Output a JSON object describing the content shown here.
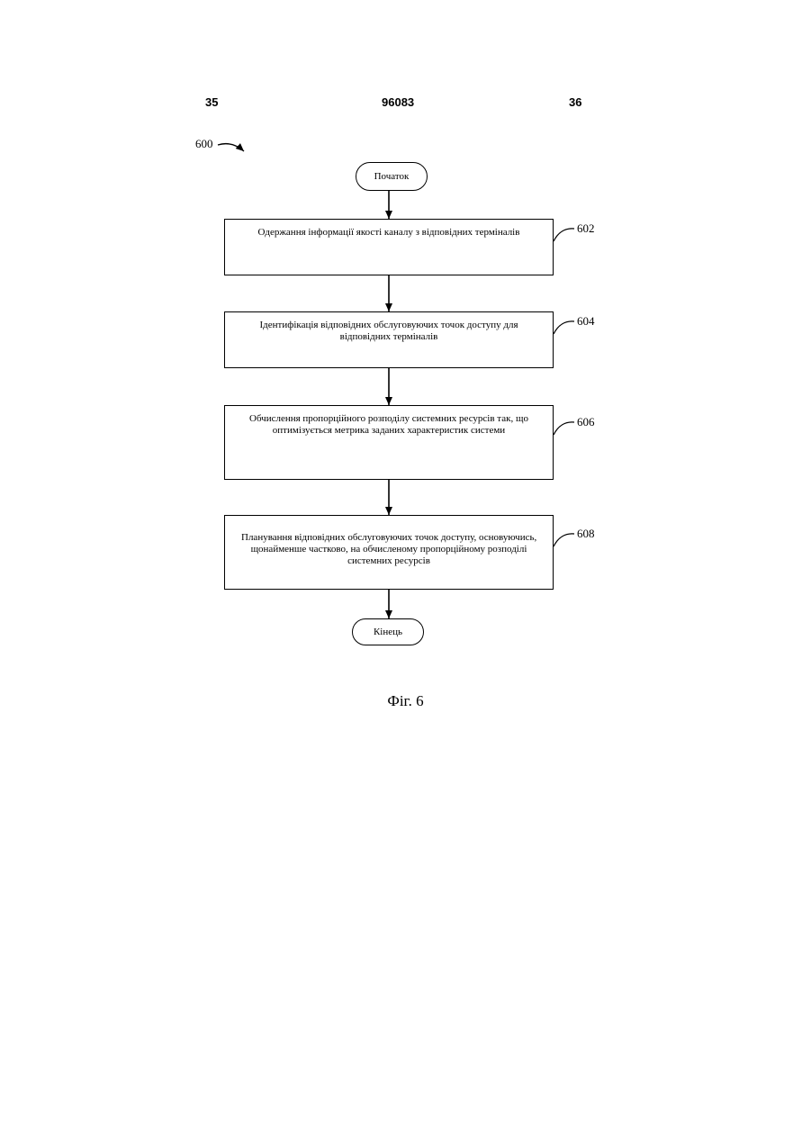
{
  "header": {
    "page_left": "35",
    "patent_number": "96083",
    "page_right": "36"
  },
  "figure": {
    "ref": "600",
    "start_label": "Початок",
    "end_label": "Кінець",
    "caption": "Фіг. 6",
    "steps": [
      {
        "ref": "602",
        "lines": [
          "Одержання інформації якості каналу з відповідних терміналів"
        ]
      },
      {
        "ref": "604",
        "lines": [
          "Ідентифікація відповідних обслуговуючих точок доступу для",
          "відповідних терміналів"
        ]
      },
      {
        "ref": "606",
        "lines": [
          "Обчислення пропорційного розподілу системних ресурсів так, що",
          "оптимізується метрика заданих характеристик системи"
        ]
      },
      {
        "ref": "608",
        "lines": [
          "Планування відповідних обслуговуючих точок доступу, основуючись,",
          "щонайменше частково, на обчисленому пропорційному розподілі",
          "системних ресурсів"
        ]
      }
    ]
  }
}
